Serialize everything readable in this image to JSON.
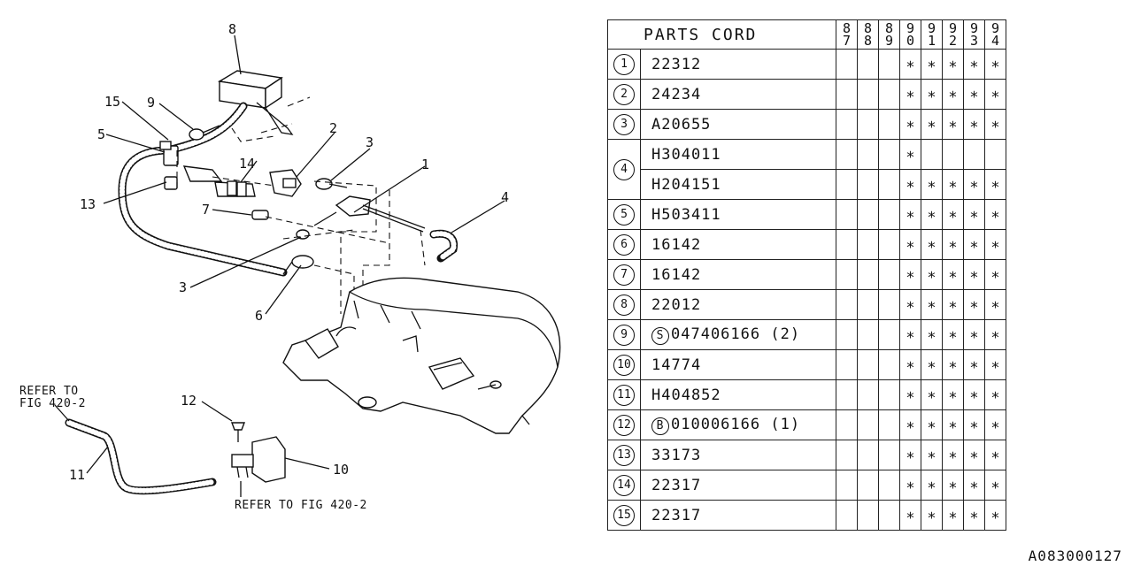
{
  "diagram": {
    "callouts": [
      {
        "id": "c8",
        "text": "8"
      },
      {
        "id": "c15",
        "text": "15"
      },
      {
        "id": "c9",
        "text": "9"
      },
      {
        "id": "c5",
        "text": "5"
      },
      {
        "id": "c2",
        "text": "2"
      },
      {
        "id": "c3a",
        "text": "3"
      },
      {
        "id": "c1",
        "text": "1"
      },
      {
        "id": "c14",
        "text": "14"
      },
      {
        "id": "c13",
        "text": "13"
      },
      {
        "id": "c7",
        "text": "7"
      },
      {
        "id": "c4",
        "text": "4"
      },
      {
        "id": "c3b",
        "text": "3"
      },
      {
        "id": "c6",
        "text": "6"
      },
      {
        "id": "c12",
        "text": "12"
      },
      {
        "id": "c11",
        "text": "11"
      },
      {
        "id": "c10",
        "text": "10"
      }
    ],
    "refer_note_1_line1": "REFER TO",
    "refer_note_1_line2": "FIG 420-2",
    "refer_note_2": "REFER TO FIG 420-2"
  },
  "table": {
    "header_label": "PARTS CORD",
    "years": [
      {
        "top": "8",
        "bottom": "7"
      },
      {
        "top": "8",
        "bottom": "8"
      },
      {
        "top": "8",
        "bottom": "9"
      },
      {
        "top": "9",
        "bottom": "0"
      },
      {
        "top": "9",
        "bottom": "1"
      },
      {
        "top": "9",
        "bottom": "2"
      },
      {
        "top": "9",
        "bottom": "3"
      },
      {
        "top": "9",
        "bottom": "4"
      }
    ],
    "mark": "∗",
    "rows": [
      {
        "no": "1",
        "code": "22312",
        "prefix": "",
        "years": [
          0,
          0,
          0,
          1,
          1,
          1,
          1,
          1
        ]
      },
      {
        "no": "2",
        "code": "24234",
        "prefix": "",
        "years": [
          0,
          0,
          0,
          1,
          1,
          1,
          1,
          1
        ]
      },
      {
        "no": "3",
        "code": "A20655",
        "prefix": "",
        "years": [
          0,
          0,
          0,
          1,
          1,
          1,
          1,
          1
        ]
      },
      {
        "no": "4",
        "code": "H304011",
        "prefix": "",
        "years": [
          0,
          0,
          0,
          1,
          0,
          0,
          0,
          0
        ]
      },
      {
        "no": "",
        "code": "H204151",
        "prefix": "",
        "years": [
          0,
          0,
          0,
          1,
          1,
          1,
          1,
          1
        ]
      },
      {
        "no": "5",
        "code": "H503411",
        "prefix": "",
        "years": [
          0,
          0,
          0,
          1,
          1,
          1,
          1,
          1
        ]
      },
      {
        "no": "6",
        "code": "16142",
        "prefix": "",
        "years": [
          0,
          0,
          0,
          1,
          1,
          1,
          1,
          1
        ]
      },
      {
        "no": "7",
        "code": "16142",
        "prefix": "",
        "years": [
          0,
          0,
          0,
          1,
          1,
          1,
          1,
          1
        ]
      },
      {
        "no": "8",
        "code": "22012",
        "prefix": "",
        "years": [
          0,
          0,
          0,
          1,
          1,
          1,
          1,
          1
        ]
      },
      {
        "no": "9",
        "code": "047406166 (2)",
        "prefix": "S",
        "years": [
          0,
          0,
          0,
          1,
          1,
          1,
          1,
          1
        ]
      },
      {
        "no": "10",
        "code": "14774",
        "prefix": "",
        "years": [
          0,
          0,
          0,
          1,
          1,
          1,
          1,
          1
        ]
      },
      {
        "no": "11",
        "code": "H404852",
        "prefix": "",
        "years": [
          0,
          0,
          0,
          1,
          1,
          1,
          1,
          1
        ]
      },
      {
        "no": "12",
        "code": "010006166 (1)",
        "prefix": "B",
        "years": [
          0,
          0,
          0,
          1,
          1,
          1,
          1,
          1
        ]
      },
      {
        "no": "13",
        "code": "33173",
        "prefix": "",
        "years": [
          0,
          0,
          0,
          1,
          1,
          1,
          1,
          1
        ]
      },
      {
        "no": "14",
        "code": "22317",
        "prefix": "",
        "years": [
          0,
          0,
          0,
          1,
          1,
          1,
          1,
          1
        ]
      },
      {
        "no": "15",
        "code": "22317",
        "prefix": "",
        "years": [
          0,
          0,
          0,
          1,
          1,
          1,
          1,
          1
        ]
      }
    ]
  },
  "doc_id": "A083000127"
}
